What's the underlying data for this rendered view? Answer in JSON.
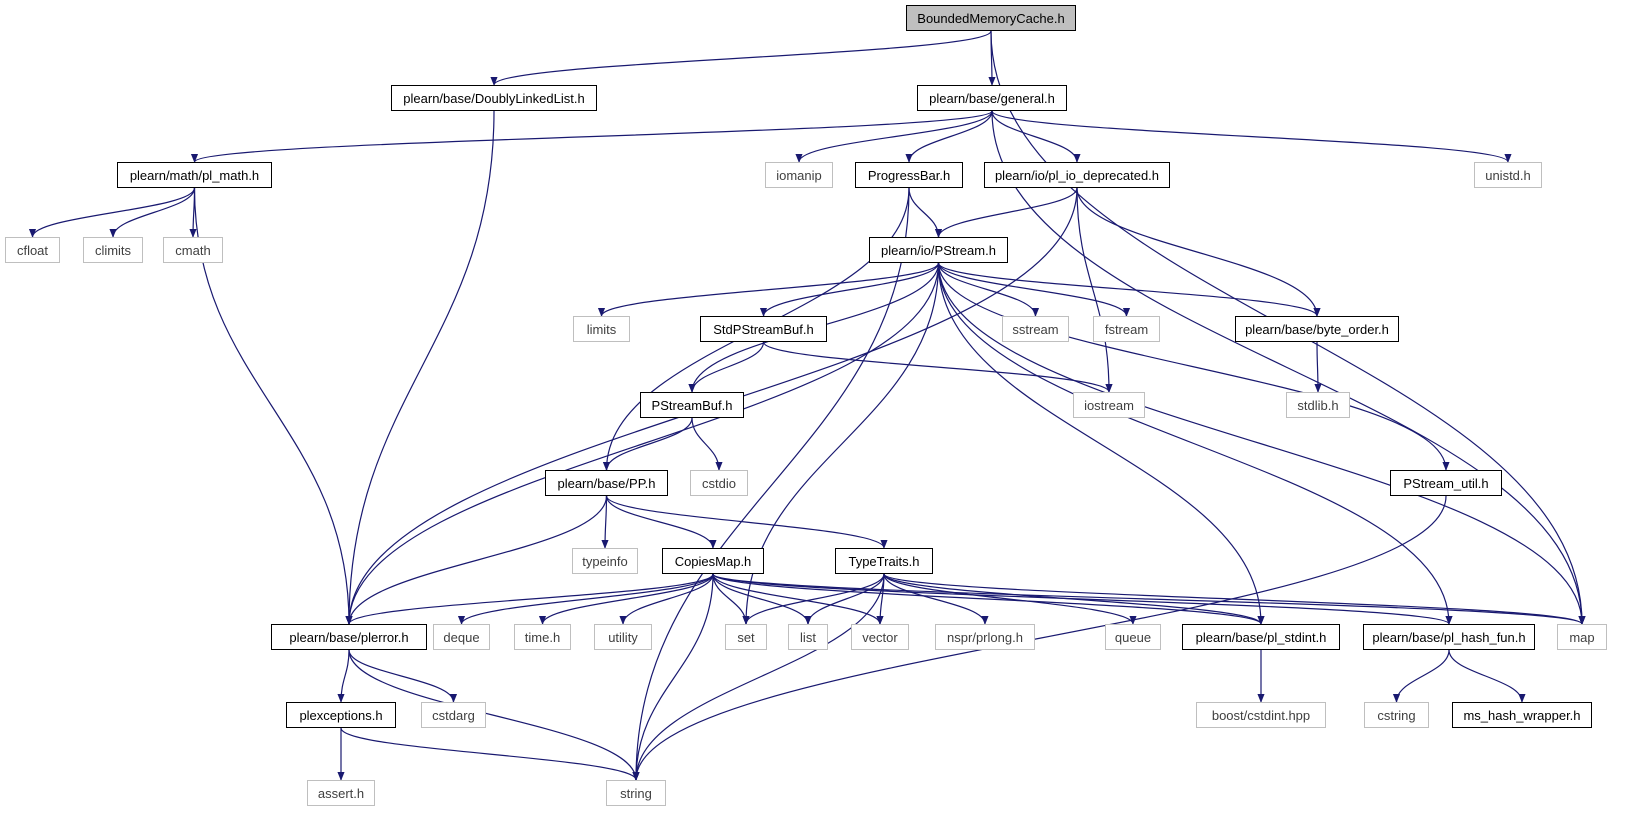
{
  "colors": {
    "edge": "#191970",
    "root_fill": "#bfbfbf",
    "ext_border": "#bfbfbf",
    "doc_border": "#000000"
  },
  "nodes": {
    "BoundedMemoryCache": {
      "label": "BoundedMemoryCache.h",
      "kind": "root"
    },
    "DoublyLinkedList": {
      "label": "plearn/base/DoublyLinkedList.h",
      "kind": "doc"
    },
    "general": {
      "label": "plearn/base/general.h",
      "kind": "doc"
    },
    "pl_math": {
      "label": "plearn/math/pl_math.h",
      "kind": "doc"
    },
    "iomanip": {
      "label": "iomanip",
      "kind": "ext"
    },
    "ProgressBar": {
      "label": "ProgressBar.h",
      "kind": "doc"
    },
    "pl_io_deprecated": {
      "label": "plearn/io/pl_io_deprecated.h",
      "kind": "doc"
    },
    "unistd": {
      "label": "unistd.h",
      "kind": "ext"
    },
    "cfloat": {
      "label": "cfloat",
      "kind": "ext"
    },
    "climits": {
      "label": "climits",
      "kind": "ext"
    },
    "cmath": {
      "label": "cmath",
      "kind": "ext"
    },
    "PStream": {
      "label": "plearn/io/PStream.h",
      "kind": "doc"
    },
    "limits": {
      "label": "limits",
      "kind": "ext"
    },
    "StdPStreamBuf": {
      "label": "StdPStreamBuf.h",
      "kind": "doc"
    },
    "sstream": {
      "label": "sstream",
      "kind": "ext"
    },
    "fstream": {
      "label": "fstream",
      "kind": "ext"
    },
    "byte_order": {
      "label": "plearn/base/byte_order.h",
      "kind": "doc"
    },
    "PStreamBuf": {
      "label": "PStreamBuf.h",
      "kind": "doc"
    },
    "iostream": {
      "label": "iostream",
      "kind": "ext"
    },
    "stdlib": {
      "label": "stdlib.h",
      "kind": "ext"
    },
    "PP": {
      "label": "plearn/base/PP.h",
      "kind": "doc"
    },
    "cstdio": {
      "label": "cstdio",
      "kind": "ext"
    },
    "PStream_util": {
      "label": "PStream_util.h",
      "kind": "doc"
    },
    "typeinfo": {
      "label": "typeinfo",
      "kind": "ext"
    },
    "CopiesMap": {
      "label": "CopiesMap.h",
      "kind": "doc"
    },
    "TypeTraits": {
      "label": "TypeTraits.h",
      "kind": "doc"
    },
    "plerror": {
      "label": "plearn/base/plerror.h",
      "kind": "doc"
    },
    "deque": {
      "label": "deque",
      "kind": "ext"
    },
    "time": {
      "label": "time.h",
      "kind": "ext"
    },
    "utility": {
      "label": "utility",
      "kind": "ext"
    },
    "set": {
      "label": "set",
      "kind": "ext"
    },
    "list": {
      "label": "list",
      "kind": "ext"
    },
    "vector": {
      "label": "vector",
      "kind": "ext"
    },
    "prlong": {
      "label": "nspr/prlong.h",
      "kind": "ext"
    },
    "queue": {
      "label": "queue",
      "kind": "ext"
    },
    "pl_stdint": {
      "label": "plearn/base/pl_stdint.h",
      "kind": "doc"
    },
    "pl_hash_fun": {
      "label": "plearn/base/pl_hash_fun.h",
      "kind": "doc"
    },
    "map": {
      "label": "map",
      "kind": "ext"
    },
    "plexceptions": {
      "label": "plexceptions.h",
      "kind": "doc"
    },
    "cstdarg": {
      "label": "cstdarg",
      "kind": "ext"
    },
    "cstdint": {
      "label": "boost/cstdint.hpp",
      "kind": "ext"
    },
    "cstring": {
      "label": "cstring",
      "kind": "ext"
    },
    "ms_hash_wrapper": {
      "label": "ms_hash_wrapper.h",
      "kind": "doc"
    },
    "assert": {
      "label": "assert.h",
      "kind": "ext"
    },
    "string": {
      "label": "string",
      "kind": "ext"
    }
  },
  "edges": [
    [
      "BoundedMemoryCache",
      "DoublyLinkedList"
    ],
    [
      "BoundedMemoryCache",
      "general"
    ],
    [
      "BoundedMemoryCache",
      "map"
    ],
    [
      "DoublyLinkedList",
      "plerror"
    ],
    [
      "general",
      "pl_math"
    ],
    [
      "general",
      "iomanip"
    ],
    [
      "general",
      "ProgressBar"
    ],
    [
      "general",
      "pl_io_deprecated"
    ],
    [
      "general",
      "unistd"
    ],
    [
      "general",
      "map"
    ],
    [
      "pl_math",
      "cfloat"
    ],
    [
      "pl_math",
      "climits"
    ],
    [
      "pl_math",
      "cmath"
    ],
    [
      "pl_math",
      "plerror"
    ],
    [
      "ProgressBar",
      "PStream"
    ],
    [
      "ProgressBar",
      "PP"
    ],
    [
      "ProgressBar",
      "string"
    ],
    [
      "pl_io_deprecated",
      "PStream"
    ],
    [
      "pl_io_deprecated",
      "plerror"
    ],
    [
      "pl_io_deprecated",
      "byte_order"
    ],
    [
      "pl_io_deprecated",
      "iostream"
    ],
    [
      "PStream",
      "plerror"
    ],
    [
      "PStream",
      "limits"
    ],
    [
      "PStream",
      "StdPStreamBuf"
    ],
    [
      "PStream",
      "PStreamBuf"
    ],
    [
      "PStream",
      "sstream"
    ],
    [
      "PStream",
      "fstream"
    ],
    [
      "PStream",
      "byte_order"
    ],
    [
      "PStream",
      "PStream_util"
    ],
    [
      "PStream",
      "set"
    ],
    [
      "PStream",
      "pl_stdint"
    ],
    [
      "PStream",
      "pl_hash_fun"
    ],
    [
      "PStream",
      "map"
    ],
    [
      "StdPStreamBuf",
      "PStreamBuf"
    ],
    [
      "StdPStreamBuf",
      "iostream"
    ],
    [
      "byte_order",
      "stdlib"
    ],
    [
      "PStreamBuf",
      "PP"
    ],
    [
      "PStreamBuf",
      "cstdio"
    ],
    [
      "PP",
      "typeinfo"
    ],
    [
      "PP",
      "CopiesMap"
    ],
    [
      "PP",
      "TypeTraits"
    ],
    [
      "PP",
      "plerror"
    ],
    [
      "PStream_util",
      "string"
    ],
    [
      "CopiesMap",
      "plerror"
    ],
    [
      "CopiesMap",
      "deque"
    ],
    [
      "CopiesMap",
      "time"
    ],
    [
      "CopiesMap",
      "utility"
    ],
    [
      "CopiesMap",
      "set"
    ],
    [
      "CopiesMap",
      "list"
    ],
    [
      "CopiesMap",
      "vector"
    ],
    [
      "CopiesMap",
      "string"
    ],
    [
      "CopiesMap",
      "pl_stdint"
    ],
    [
      "CopiesMap",
      "pl_hash_fun"
    ],
    [
      "CopiesMap",
      "map"
    ],
    [
      "TypeTraits",
      "set"
    ],
    [
      "TypeTraits",
      "list"
    ],
    [
      "TypeTraits",
      "vector"
    ],
    [
      "TypeTraits",
      "prlong"
    ],
    [
      "TypeTraits",
      "queue"
    ],
    [
      "TypeTraits",
      "pl_stdint"
    ],
    [
      "TypeTraits",
      "string"
    ],
    [
      "TypeTraits",
      "map"
    ],
    [
      "plerror",
      "plexceptions"
    ],
    [
      "plerror",
      "cstdarg"
    ],
    [
      "plerror",
      "string"
    ],
    [
      "plexceptions",
      "assert"
    ],
    [
      "plexceptions",
      "string"
    ],
    [
      "pl_stdint",
      "cstdint"
    ],
    [
      "pl_hash_fun",
      "cstring"
    ],
    [
      "pl_hash_fun",
      "ms_hash_wrapper"
    ]
  ]
}
